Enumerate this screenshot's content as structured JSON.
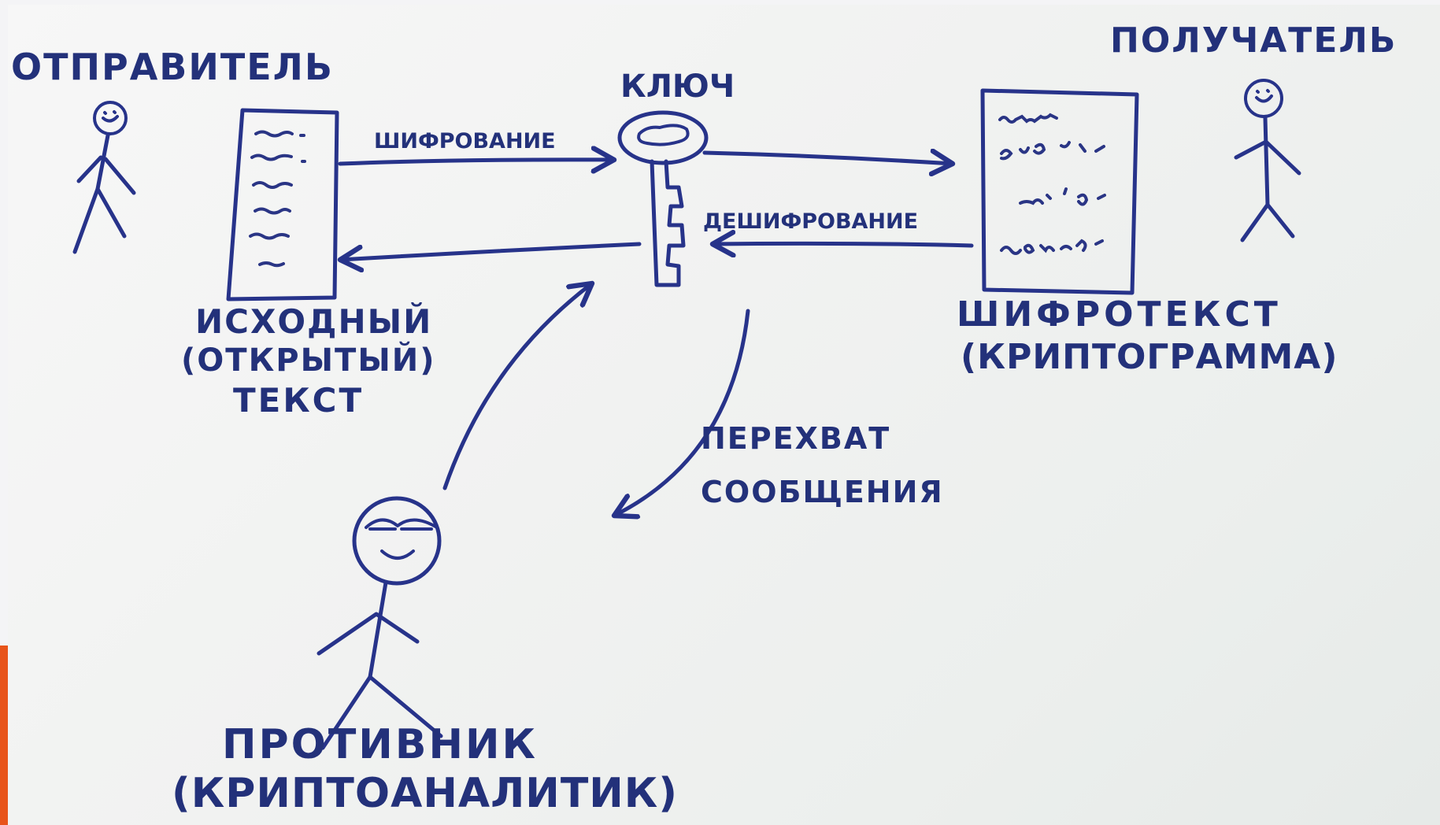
{
  "diagram": {
    "actors": {
      "sender": "отправитель",
      "receiver": "получатель",
      "adversary": "противник",
      "adversary_role": "(криптоаналитик)"
    },
    "key": "ключ",
    "edges": {
      "encryption": "шифрование",
      "decryption": "дешифрование",
      "interception_line1": "перехват",
      "interception_line2": "сообщения"
    },
    "documents": {
      "plaintext_line1": "исходный",
      "plaintext_line2": "(открытый)",
      "plaintext_line3": "текст",
      "ciphertext_line1": "шифротекст",
      "ciphertext_line2": "(криптограмма)"
    },
    "colors": {
      "ink": "#27338a",
      "paper": "#f3f4f3",
      "accent": "#e8541a"
    }
  }
}
